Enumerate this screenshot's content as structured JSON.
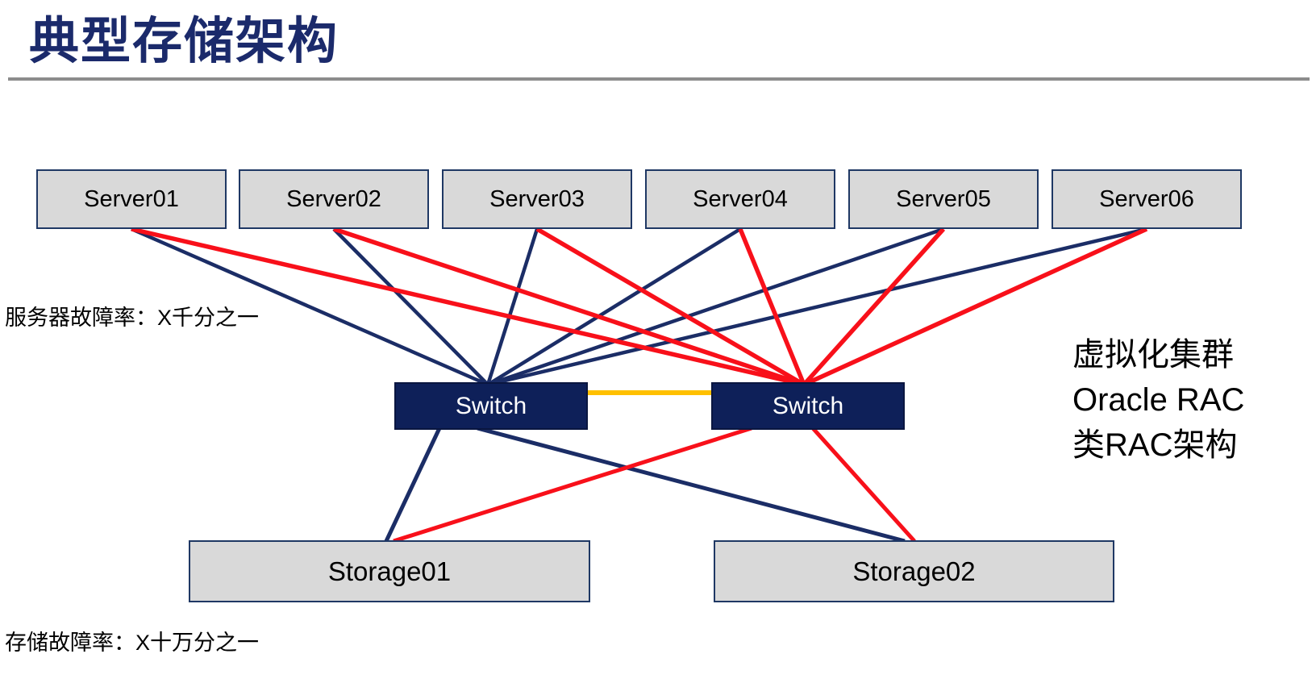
{
  "title": "典型存储架构",
  "colors": {
    "navy_text": "#1B2A6B",
    "navy_line": "#1B2D66",
    "red_line": "#F8101A",
    "orange_line": "#FFC000",
    "switch_fill": "#0E2059",
    "node_fill": "#D9D9D9",
    "node_border": "#1F3864",
    "divider": "#8C8C8C"
  },
  "diagram": {
    "servers": [
      {
        "label": "Server01"
      },
      {
        "label": "Server02"
      },
      {
        "label": "Server03"
      },
      {
        "label": "Server04"
      },
      {
        "label": "Server05"
      },
      {
        "label": "Server06"
      }
    ],
    "switches": [
      {
        "label": "Switch"
      },
      {
        "label": "Switch"
      }
    ],
    "storages": [
      {
        "label": "Storage01"
      },
      {
        "label": "Storage02"
      }
    ],
    "connections": {
      "server_to_switch": "每台服务器分别连接两台交换机（深蓝线连左Switch，红线连右Switch）",
      "switch_to_switch": "两台Switch之间橙色互联线",
      "switch_to_storage": "每台Switch分别连接Storage01和Storage02"
    }
  },
  "labels": {
    "server_failure_rate": "服务器故障率：X千分之一",
    "storage_failure_rate": "存储故障率：X十万分之一"
  },
  "side_note": {
    "lines": [
      "虚拟化集群",
      "Oracle RAC",
      "类RAC架构"
    ]
  }
}
